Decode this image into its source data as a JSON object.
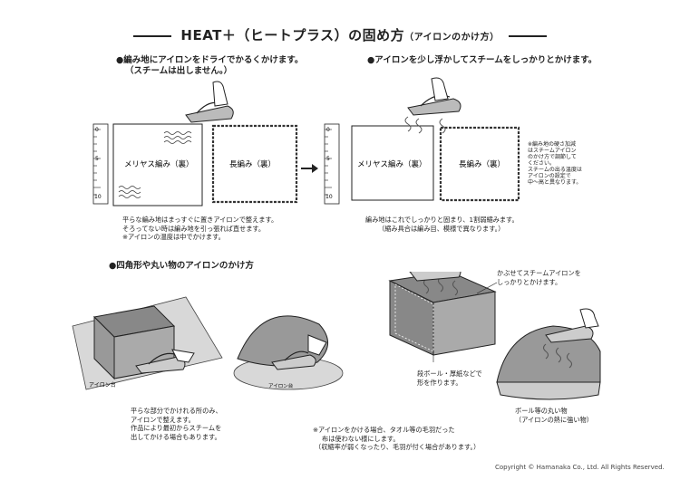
{
  "title": {
    "main": "HEAT＋（ヒートプラス）の固め方",
    "sub": "（アイロンのかけ方）"
  },
  "step1": {
    "heading_line1": "●編み地にアイロンをドライでかるくかけます。",
    "heading_line2": "（スチームは出しません。）",
    "ruler_labels": [
      "0",
      "5",
      "10"
    ],
    "swatch_left": "メリヤス編み（裏）",
    "swatch_right": "長編み（裏）",
    "note": [
      "平らな編み地はまっすぐに置きアイロンで整えます。",
      "そろってない時は編み地を引っ張れば直せます。",
      "※アイロンの温度は中でかけます。"
    ]
  },
  "step2": {
    "heading": "●アイロンを少し浮かしてスチームをしっかりとかけます。",
    "ruler_labels": [
      "0",
      "5",
      "10"
    ],
    "swatch_left": "メリヤス編み（裏）",
    "swatch_right": "長編み（裏）",
    "note": [
      "編み地はこれでしっかりと固まり、1割弱縮みます。",
      "（縮み具合は編み目、模様で異なります。）"
    ],
    "side_note": [
      "※編み地の硬さ加減",
      "はスチームアイロン",
      "のかけ方で調節して",
      "ください。",
      "スチームの出る温度は",
      "アイロンの設定で",
      "中〜高と異なります。"
    ]
  },
  "step3": {
    "heading": "●四角形や丸い物のアイロンのかけ方",
    "board_label": "アイロン台",
    "board_label2": "アイロン台",
    "note_flat": [
      "平らな部分でかけれる所のみ、",
      "アイロンで整えます。",
      "作品により最初からスチームを",
      "出してかける場合もあります。"
    ],
    "box_callout": [
      "かぶせてスチームアイロンを",
      "しっかりとかけます。"
    ],
    "box_label": [
      "段ボール・厚紙などで",
      "形を作ります。"
    ],
    "bowl_label": [
      "ボール等の丸い物",
      "（アイロンの熱に強い物）"
    ],
    "towel_note": [
      "※アイロンをかける場合、タオル等の毛羽だった",
      "布は使わない様にします。",
      "（収縮率が弱くなったり、毛羽が付く場合があります。）"
    ]
  },
  "copyright": "Copyright © Hamanaka Co., Ltd. All Rights Reserved."
}
